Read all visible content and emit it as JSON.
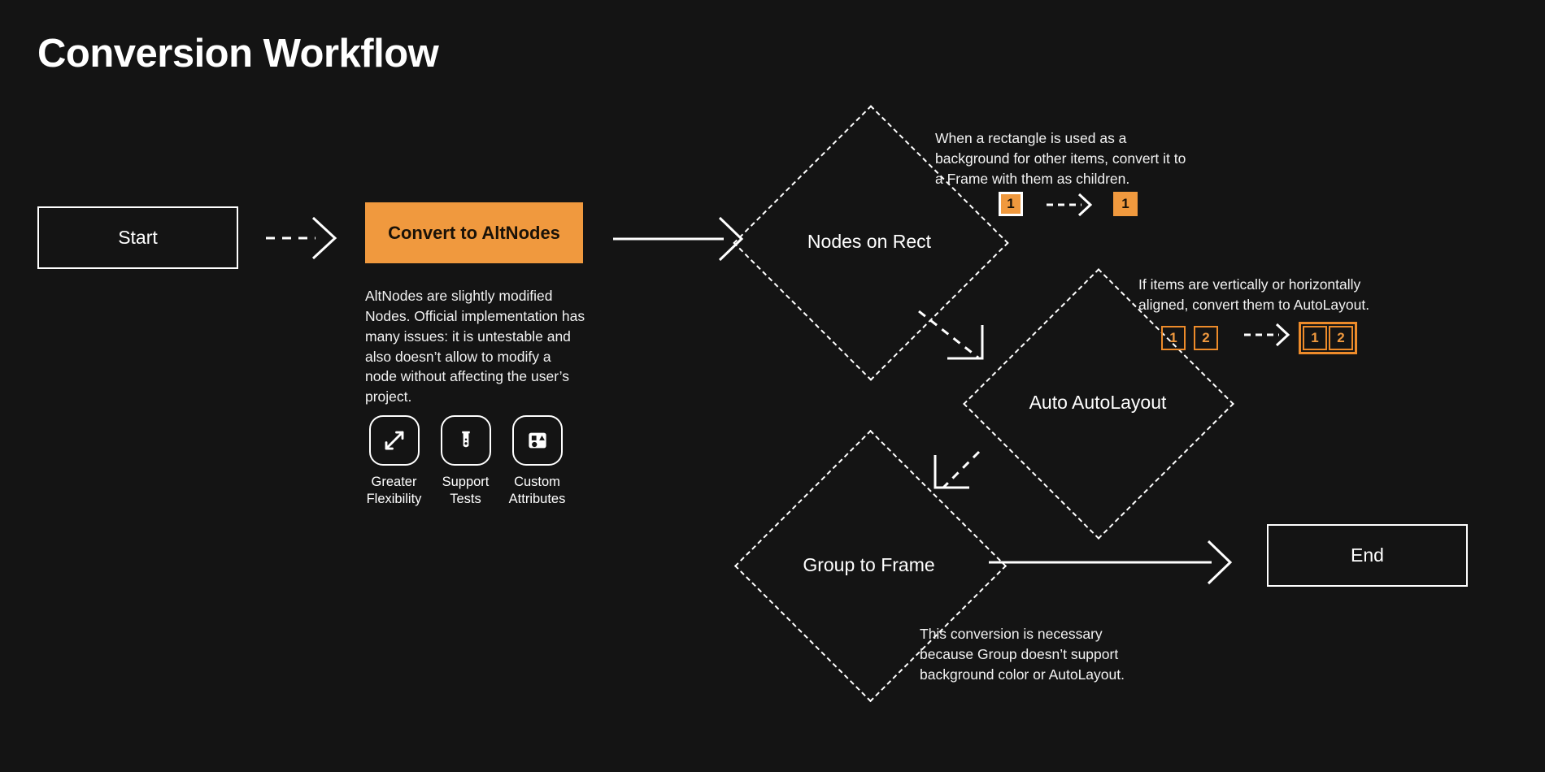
{
  "title": "Conversion Workflow",
  "theme": {
    "background": "#141414",
    "accent_orange": "#f0993e",
    "accent_orange_border": "#ed8b2a",
    "stroke_white": "#ffffff",
    "text_primary": "#ffffff"
  },
  "nodes": {
    "start": {
      "label": "Start",
      "shape": "rectangle"
    },
    "convert": {
      "label": "Convert to AltNodes",
      "shape": "rectangle-filled"
    },
    "nodes_on_rect": {
      "label": "Nodes on Rect",
      "shape": "diamond"
    },
    "auto_autolayout": {
      "label": "Auto AutoLayout",
      "shape": "diamond"
    },
    "group_to_frame": {
      "label": "Group to Frame",
      "shape": "diamond"
    },
    "end": {
      "label": "End",
      "shape": "rectangle"
    }
  },
  "notes": {
    "altnodes": "AltNodes are slightly modified Nodes. Official implementation has many issues: it is untestable and also doesn’t allow to modify a node without affecting the user’s project.",
    "nodes_on_rect": "When a rectangle is used as a background for other items, convert it to a Frame with them as children.",
    "auto_autolayout": "If items are vertically or horizontally aligned, convert them to AutoLayout.",
    "group_to_frame": "This conversion is necessary because Group doesn’t support background color or AutoLayout."
  },
  "features": [
    {
      "icon": "expand-arrows-icon",
      "label": "Greater\nFlexibility"
    },
    {
      "icon": "test-tube-icon",
      "label": "Support\nTests"
    },
    {
      "icon": "shapes-icon",
      "label": "Custom\nAttributes"
    }
  ],
  "annotations": {
    "rect_to_frame": {
      "before": [
        {
          "text": "1",
          "style": "filled-bordered"
        }
      ],
      "after": [
        {
          "text": "1",
          "style": "filled"
        }
      ],
      "arrow": "dashed-right-arrow"
    },
    "items_to_autolayout": {
      "before": [
        {
          "text": "1",
          "style": "outline"
        },
        {
          "text": "2",
          "style": "outline"
        }
      ],
      "after_frame": [
        {
          "text": "1",
          "style": "outline"
        },
        {
          "text": "2",
          "style": "outline"
        }
      ],
      "arrow": "dashed-right-arrow"
    }
  },
  "edges": [
    {
      "from": "start",
      "to": "convert",
      "style": "dashed",
      "head": "chevron"
    },
    {
      "from": "convert",
      "to": "nodes_on_rect",
      "style": "solid",
      "head": "chevron"
    },
    {
      "from": "nodes_on_rect",
      "to": "auto_autolayout",
      "style": "dashed",
      "head": "corner"
    },
    {
      "from": "auto_autolayout",
      "to": "group_to_frame",
      "style": "dashed",
      "head": "corner"
    },
    {
      "from": "group_to_frame",
      "to": "end",
      "style": "solid",
      "head": "chevron"
    }
  ]
}
